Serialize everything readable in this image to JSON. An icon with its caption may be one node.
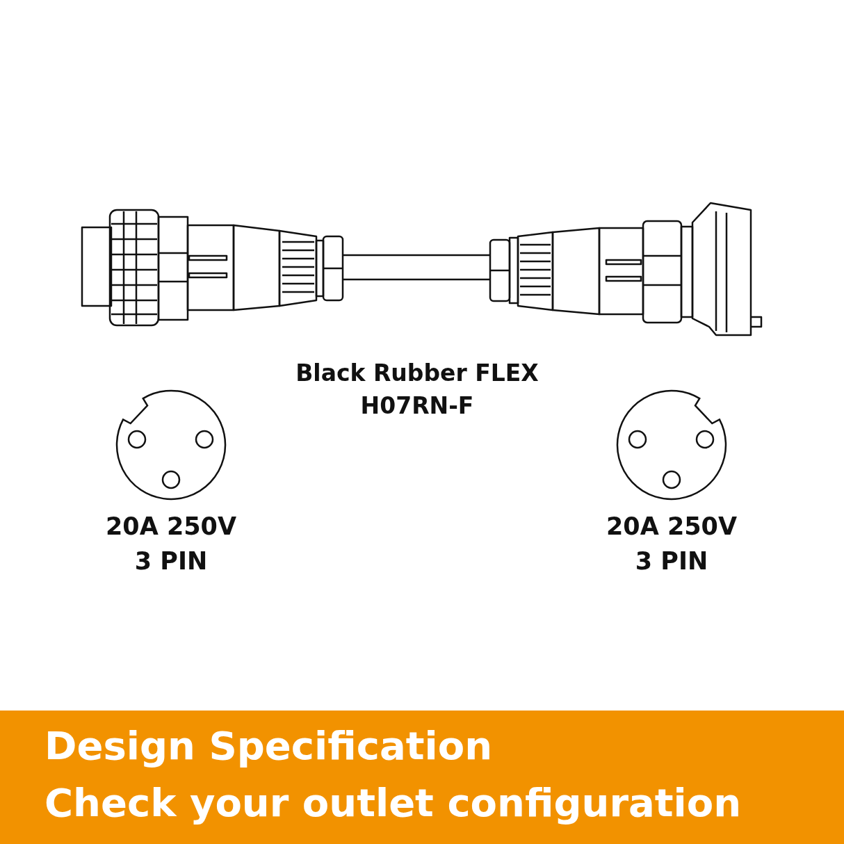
{
  "diagram": {
    "title": "Design Specification",
    "caption": "Check your outlet configuration",
    "labels": [
      "Black Rubber FLEX H07RN-F",
      "20A 250V 3 PIN",
      "20A 250V 3 PIN"
    ]
  }
}
